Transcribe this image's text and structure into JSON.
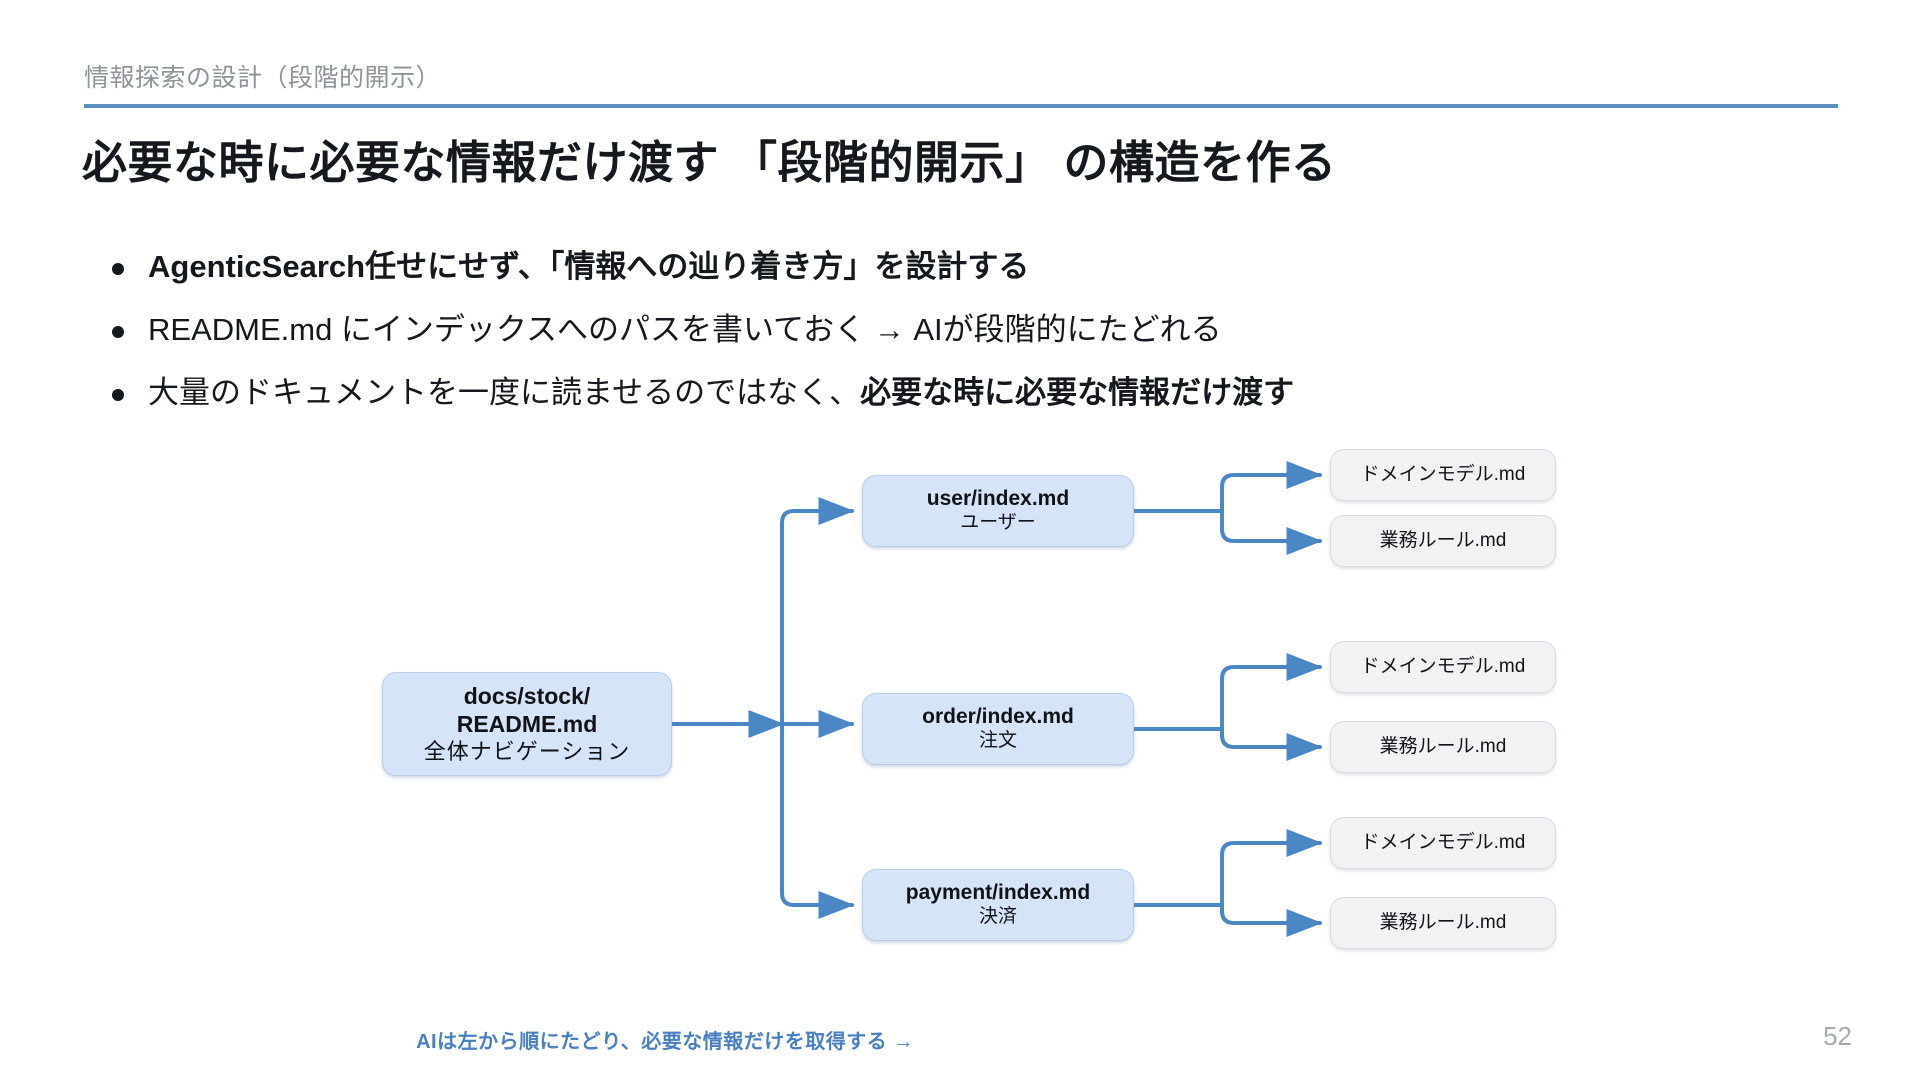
{
  "header": {
    "eyebrow": "情報探索の設計（段階的開示）",
    "title": "必要な時に必要な情報だけ渡す 「段階的開示」 の構造を作る",
    "rule_color": "#5b8fbe"
  },
  "bullets": [
    {
      "text": "AgenticSearch任せにせず、「情報への辿り着き方」を設計する",
      "bold": true
    },
    {
      "text": "README.md にインデックスへのパスを書いておく → AIが段階的にたどれる",
      "bold": false
    },
    {
      "prefix": "大量のドキュメントを一度に読ませるのではなく、",
      "emphasis": "必要な時に必要な情報だけ渡す",
      "bold": false
    }
  ],
  "diagram": {
    "root": {
      "line1": "docs/stock/",
      "line2": "README.md",
      "line3": "全体ナビゲーション"
    },
    "mid": [
      {
        "line1": "user/index.md",
        "line2": "ユーザー"
      },
      {
        "line1": "order/index.md",
        "line2": "注文"
      },
      {
        "line1": "payment/index.md",
        "line2": "決済"
      }
    ],
    "leaves": [
      {
        "label": "ドメインモデル.md"
      },
      {
        "label": "業務ルール.md"
      },
      {
        "label": "ドメインモデル.md"
      },
      {
        "label": "業務ルール.md"
      },
      {
        "label": "ドメインモデル.md"
      },
      {
        "label": "業務ルール.md"
      }
    ],
    "caption": "AIは左から順にたどり、必要な情報だけを取得する →",
    "colors": {
      "node_blue_fill": "#d6e4f7",
      "node_blue_border": "#b7cdea",
      "node_gray_fill": "#f1f2f3",
      "node_gray_border": "#d9dbdd",
      "connector": "#4a87c4",
      "caption_text": "#4a7fc1"
    }
  },
  "footer": {
    "page_number": "52"
  }
}
